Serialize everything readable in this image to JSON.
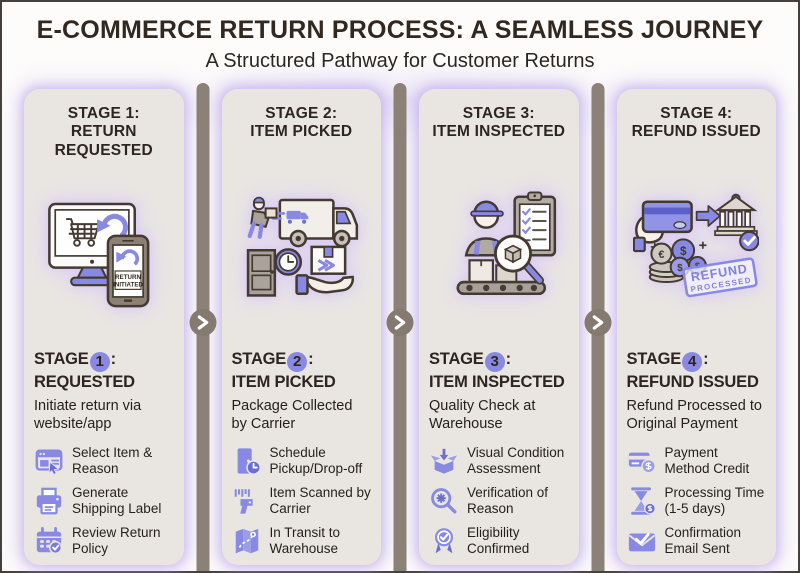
{
  "header": {
    "title": "E-COMMERCE RETURN PROCESS: A SEAMLESS JOURNEY",
    "subtitle": "A Structured Pathway for Customer Returns"
  },
  "colors": {
    "accent_periwinkle": "#8789e3",
    "accent_dark": "#6b6ed2",
    "card_background": "#e9e6e2",
    "divider_bar": "#8b8177",
    "text_dark": "#33281f",
    "glow_lavender": "#d8caf2"
  },
  "dividers": {
    "chevron_icon": "chevron-right-icon"
  },
  "stages": [
    {
      "header": "STAGE 1:\nRETURN\nREQUESTED",
      "illustration": "monitor-phone-return-illustration",
      "illustration_labels": {
        "phone_line1": "RETURN",
        "phone_line2": "INITIATED"
      },
      "title_word": "STAGE",
      "number": "1",
      "colon": ":",
      "title_line2": "REQUESTED",
      "description": "Initiate return via website/app",
      "items": [
        {
          "icon": "select-item-icon",
          "label": "Select Item & Reason"
        },
        {
          "icon": "printer-icon",
          "label": "Generate Shipping Label"
        },
        {
          "icon": "calendar-check-icon",
          "label": "Review Return Policy"
        }
      ]
    },
    {
      "header": "STAGE 2:\nITEM PICKED",
      "illustration": "courier-van-pickup-illustration",
      "title_word": "STAGE",
      "number": "2",
      "colon": ":",
      "title_line2": "ITEM PICKED",
      "description": "Package Collected by Carrier",
      "items": [
        {
          "icon": "door-clock-icon",
          "label": "Schedule Pickup/Drop-off"
        },
        {
          "icon": "barcode-scanner-icon",
          "label": "Item Scanned by Carrier"
        },
        {
          "icon": "map-route-icon",
          "label": "In Transit to Warehouse"
        }
      ]
    },
    {
      "header": "STAGE 3:\nITEM INSPECTED",
      "illustration": "warehouse-inspection-illustration",
      "title_word": "STAGE",
      "number": "3",
      "colon": ":",
      "title_line2": "ITEM INSPECTED",
      "description": "Quality Check at Warehouse",
      "items": [
        {
          "icon": "open-box-icon",
          "label": "Visual Condition Assessment"
        },
        {
          "icon": "magnifier-star-icon",
          "label": "Verification of Reason"
        },
        {
          "icon": "ribbon-check-icon",
          "label": "Eligibility Confirmed"
        }
      ]
    },
    {
      "header": "STAGE 4:\nREFUND ISSUED",
      "illustration": "refund-payment-illustration",
      "illustration_labels": {
        "stamp_line1": "REFUND",
        "stamp_line2": "PROCESSED",
        "coin_usd": "$",
        "coin_eur": "€"
      },
      "title_word": "STAGE",
      "number": "4",
      "colon": ":",
      "title_line2": "REFUND ISSUED",
      "description": "Refund Processed to Original Payment",
      "items": [
        {
          "icon": "payment-card-coin-icon",
          "label": "Payment Method Credit"
        },
        {
          "icon": "hourglass-icon",
          "label": "Processing Time (1-5 days)"
        },
        {
          "icon": "mail-check-icon",
          "label": "Confirmation Email Sent"
        }
      ]
    }
  ]
}
